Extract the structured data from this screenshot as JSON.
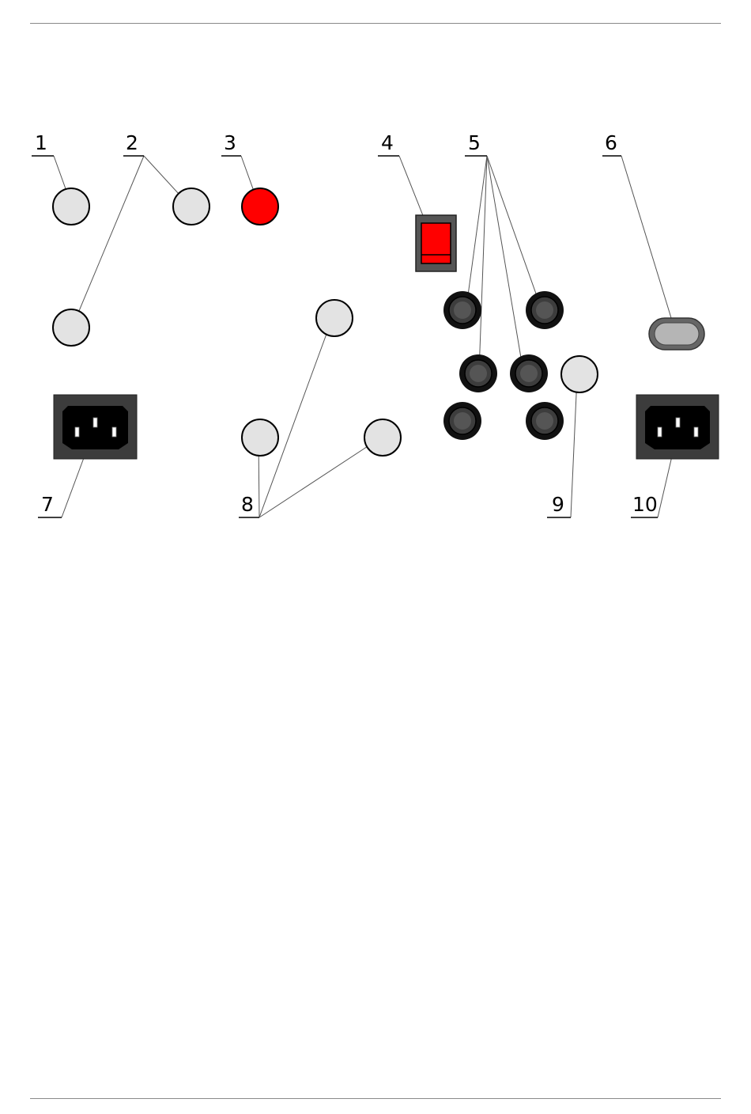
{
  "diagram": {
    "callouts": [
      {
        "id": "1",
        "label": "1"
      },
      {
        "id": "2",
        "label": "2"
      },
      {
        "id": "3",
        "label": "3"
      },
      {
        "id": "4",
        "label": "4"
      },
      {
        "id": "5",
        "label": "5"
      },
      {
        "id": "6",
        "label": "6"
      },
      {
        "id": "7",
        "label": "7"
      },
      {
        "id": "8",
        "label": "8"
      },
      {
        "id": "9",
        "label": "9"
      },
      {
        "id": "10",
        "label": "10"
      }
    ],
    "colors": {
      "knob_fill": "#e3e3e3",
      "indicator_red": "#ff0000",
      "socket_dark": "#3a3a3a",
      "jack_black": "#111111",
      "line": "#555555"
    }
  }
}
